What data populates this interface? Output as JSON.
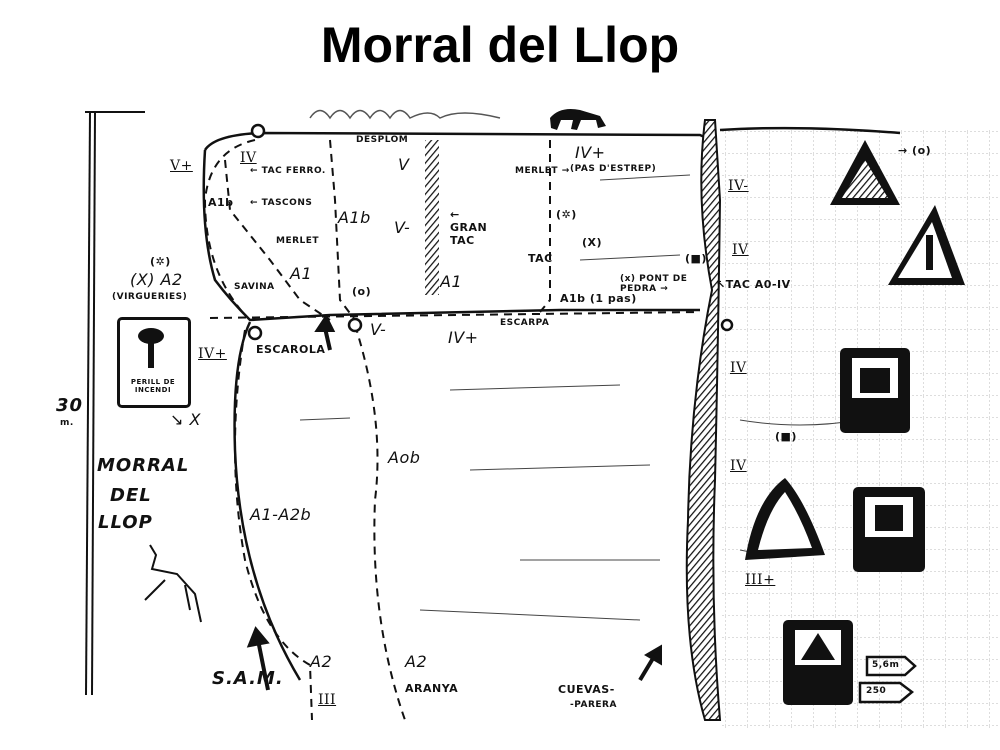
{
  "title": "Morral del Llop",
  "scale": {
    "value": "30",
    "unit": "m."
  },
  "crag_name": [
    "MORRAL",
    "DEL",
    "LLOP"
  ],
  "labels": {
    "v_plus_left": "V+",
    "iv_top_left": "IV",
    "tac_ferro": "← TAC FERRO.",
    "a1b_left": "A1b",
    "tascons": "← TASCONS",
    "merlet_1": "MERLET",
    "savina": "SAVINA",
    "a1_left": "A1",
    "a1b_mid": "A1b",
    "o_mark": "(o)",
    "desplom": "DESPLOM",
    "v_top": "V",
    "v_minus_mid": "V-",
    "gran_tac": "← GRAN TAC",
    "a1_dihedral": "A1",
    "iv_plus_top": "IV+",
    "merlet_2": "MERLET →",
    "pas_destrep": "(PAS D'ESTREP)",
    "sun_mark": "(✲)",
    "tac": "TAC",
    "x_mark": "(X)",
    "a1b_pas": "A1b (1 pas)",
    "escarpa": "ESCARPA",
    "iv_plus_ledge": "IV+",
    "v_minus_ledge": "V-",
    "pont_de_pedra": "(x) PONT DE PEDRA →",
    "square_mark": "(■)",
    "escarola": "ESCAROLA",
    "iv_plus_left": "IV+",
    "virgueries_sun": "(✲)",
    "virgueries_grade": "(X) A2",
    "virgueries": "(VIRGUERIES)",
    "perill": "PERILL DE INCENDI",
    "x_arrow": "↘ X",
    "aob": "Aob",
    "a1_a2b": "A1-A2b",
    "sam": "S.A.M.",
    "a2_left": "A2",
    "iii_bottom": "III",
    "a2_aranya": "A2",
    "aranya": "ARANYA",
    "cuevas": "CUEVAS-",
    "parera": "-PARERA",
    "iv_minus_right": "IV-",
    "iv_right_1": "IV",
    "tac_a0": "↖TAC A0-IV",
    "iv_right_2": "IV",
    "iv_right_3": "IV",
    "square_right": "(■)",
    "iii_plus": "III+",
    "o_right": "→ (o)",
    "sign_56": "5,6m",
    "sign_250": "250"
  },
  "colors": {
    "ink": "#111111",
    "grid": "#bbbbbb"
  }
}
